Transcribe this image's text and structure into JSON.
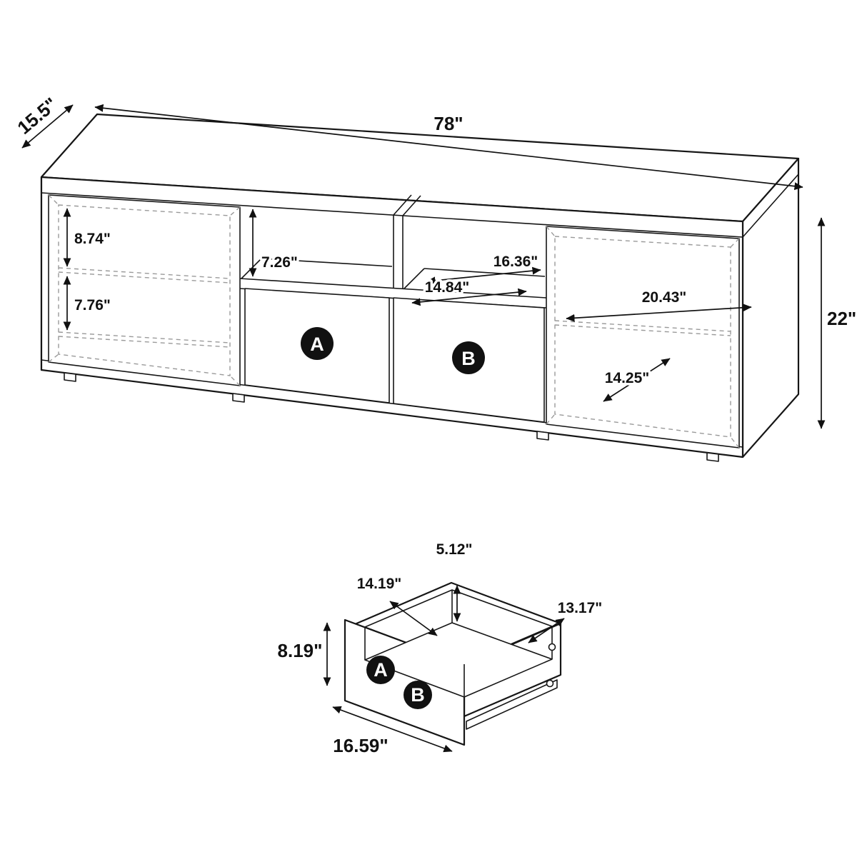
{
  "diagram_title": "TV stand dimension diagram",
  "colors": {
    "line": "#161616",
    "dashed_line": "#9a9a9a",
    "badge_bg": "#111111",
    "badge_text": "#ffffff",
    "background": "#ffffff"
  },
  "stand": {
    "width": "78\"",
    "depth": "15.5\"",
    "height": "22\"",
    "left_shelf_upper": "8.74\"",
    "left_shelf_lower": "7.76\"",
    "cubby_height": "7.26\"",
    "cubby_left_width": "14.84\"",
    "cubby_right_width": "16.36\"",
    "right_compartment_width": "20.43\"",
    "right_compartment_diagonal": "14.25\"",
    "drawer_a": "A",
    "drawer_b": "B"
  },
  "drawer": {
    "inner_height": "5.12\"",
    "inner_depth": "14.19\"",
    "side_depth": "13.17\"",
    "front_height": "8.19\"",
    "front_width": "16.59\"",
    "label_a": "A",
    "label_b": "B"
  }
}
